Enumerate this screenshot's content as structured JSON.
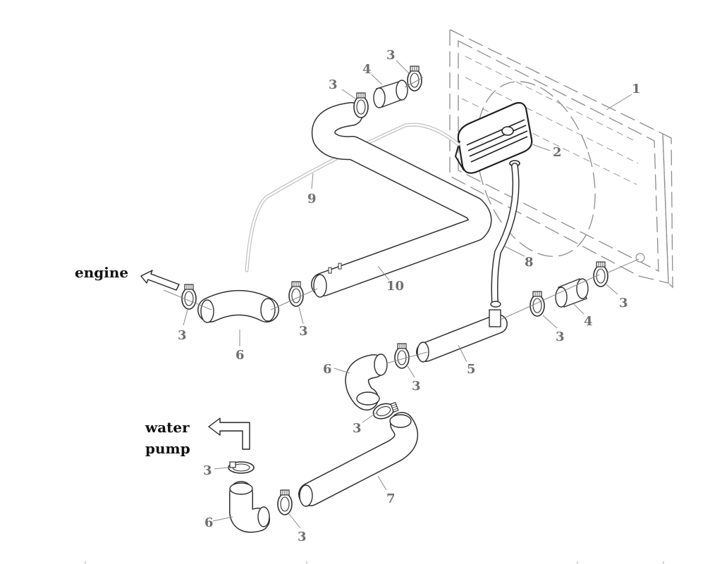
{
  "labels": {
    "engine": "engine",
    "water_pump_line1": "water",
    "water_pump_line2": "pump"
  },
  "callouts": {
    "radiator": "1",
    "expansion_tank": "2",
    "clamp": "3",
    "coupler": "4",
    "tee_pipe": "5",
    "elbow": "6",
    "lower_hose": "7",
    "drain_hose": "8",
    "vent_line": "9",
    "upper_hose": "10"
  },
  "colors": {
    "line": "#2f2f2f",
    "callout_text": "#6e6e6e",
    "label_text": "#111111",
    "dashed": "#8c8c8c"
  }
}
